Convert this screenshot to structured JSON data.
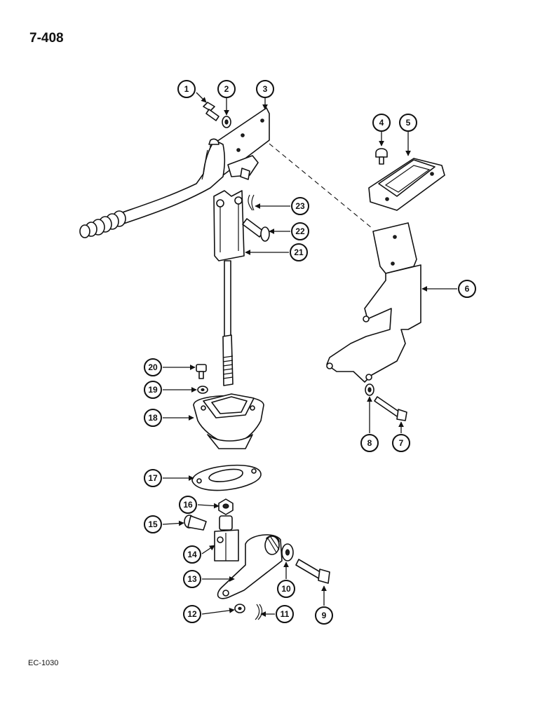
{
  "page_number": "7-408",
  "footer_code": "EC-1030",
  "callouts": [
    "1",
    "2",
    "3",
    "4",
    "5",
    "6",
    "7",
    "8",
    "9",
    "10",
    "11",
    "12",
    "13",
    "14",
    "15",
    "16",
    "17",
    "18",
    "19",
    "20",
    "21",
    "22",
    "23"
  ]
}
